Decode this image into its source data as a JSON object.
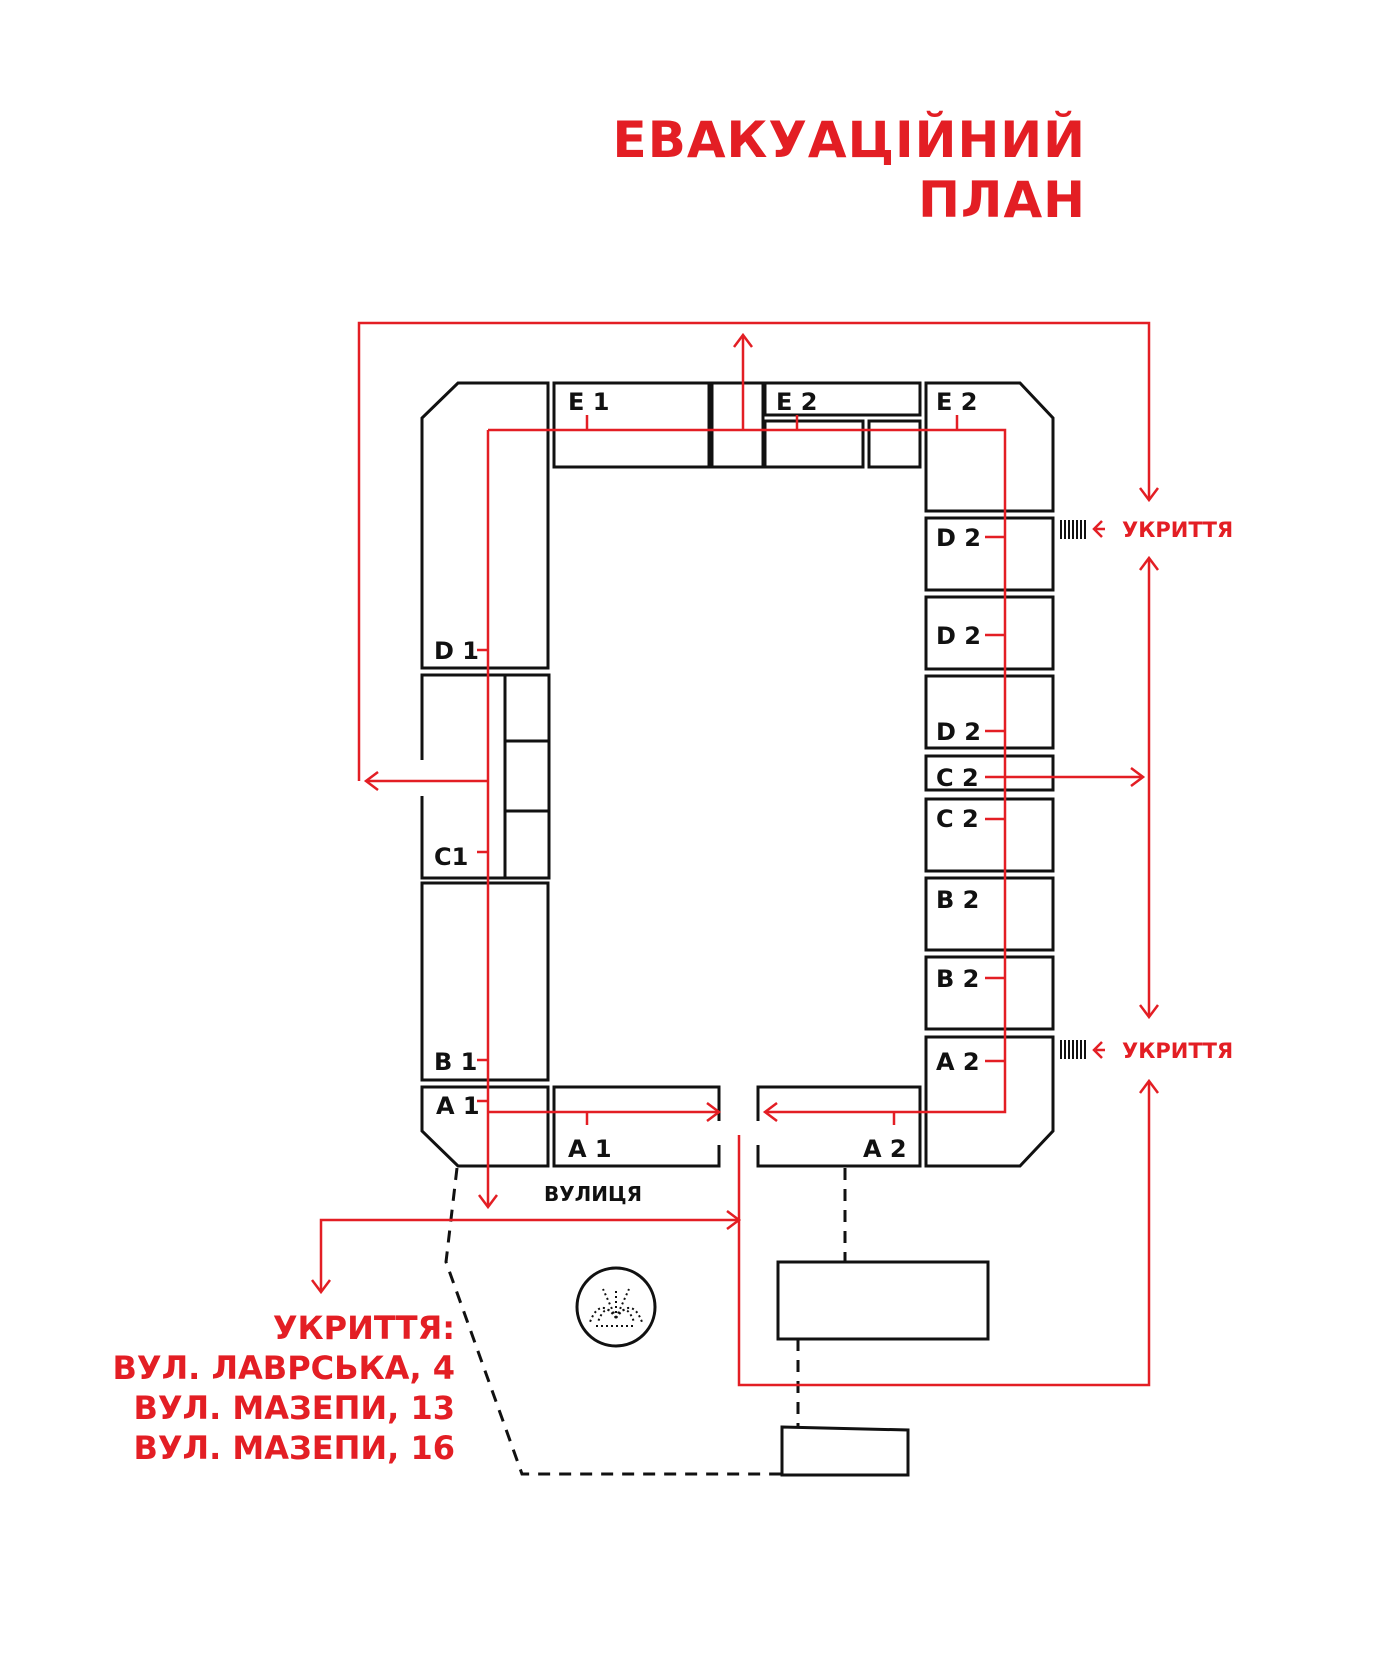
{
  "title": {
    "line1": "ЕВАКУАЦІЙНИЙ",
    "line2": "ПЛАН"
  },
  "colors": {
    "route": "#e31e24",
    "walls": "#111111",
    "background": "#ffffff"
  },
  "units": {
    "e1": "E 1",
    "e2_top": "E 2",
    "e2_corner": "E 2",
    "d1": "D 1",
    "c1": "C1",
    "b1": "B 1",
    "a1_left": "A 1",
    "a1_bottom": "A 1",
    "a2_bottom": "A 2",
    "d2_1": "D 2",
    "d2_2": "D 2",
    "d2_3": "D 2",
    "c2_1": "C 2",
    "c2_2": "C 2",
    "b2_1": "B 2",
    "b2_2": "B 2",
    "a2_right": "A 2"
  },
  "street": "ВУЛИЦЯ",
  "shelter_tag": "УКРИТТЯ",
  "shelters": {
    "heading": "УКРИТТЯ:",
    "addresses": [
      "ВУЛ. ЛАВРСЬКА, 4",
      "ВУЛ. МАЗЕПИ, 13",
      "ВУЛ. МАЗЕПИ, 16"
    ]
  },
  "icons": {
    "landmark": "fountain-icon",
    "stairs": "stairs-icon",
    "arrow": "arrow-icon"
  }
}
